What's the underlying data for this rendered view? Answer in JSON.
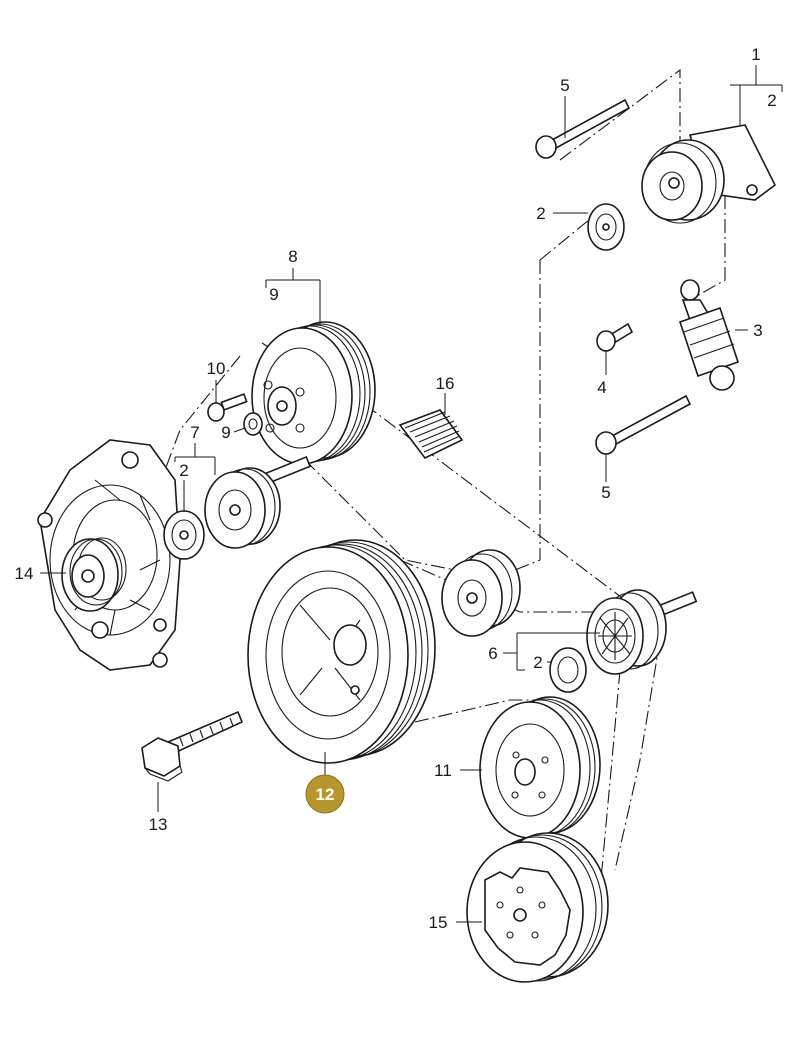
{
  "callouts": {
    "c1": "1",
    "c2a": "2",
    "c2b": "2",
    "c2c": "2",
    "c2d": "2",
    "c3": "3",
    "c4": "4",
    "c5a": "5",
    "c5b": "5",
    "c6": "6",
    "c7": "7",
    "c8": "8",
    "c9a": "9",
    "c9b": "9",
    "c10": "10",
    "c11": "11",
    "c12": "12",
    "c13": "13",
    "c14": "14",
    "c15": "15",
    "c16": "16"
  },
  "highlight": {
    "part": "12",
    "color": "#b8962e"
  }
}
